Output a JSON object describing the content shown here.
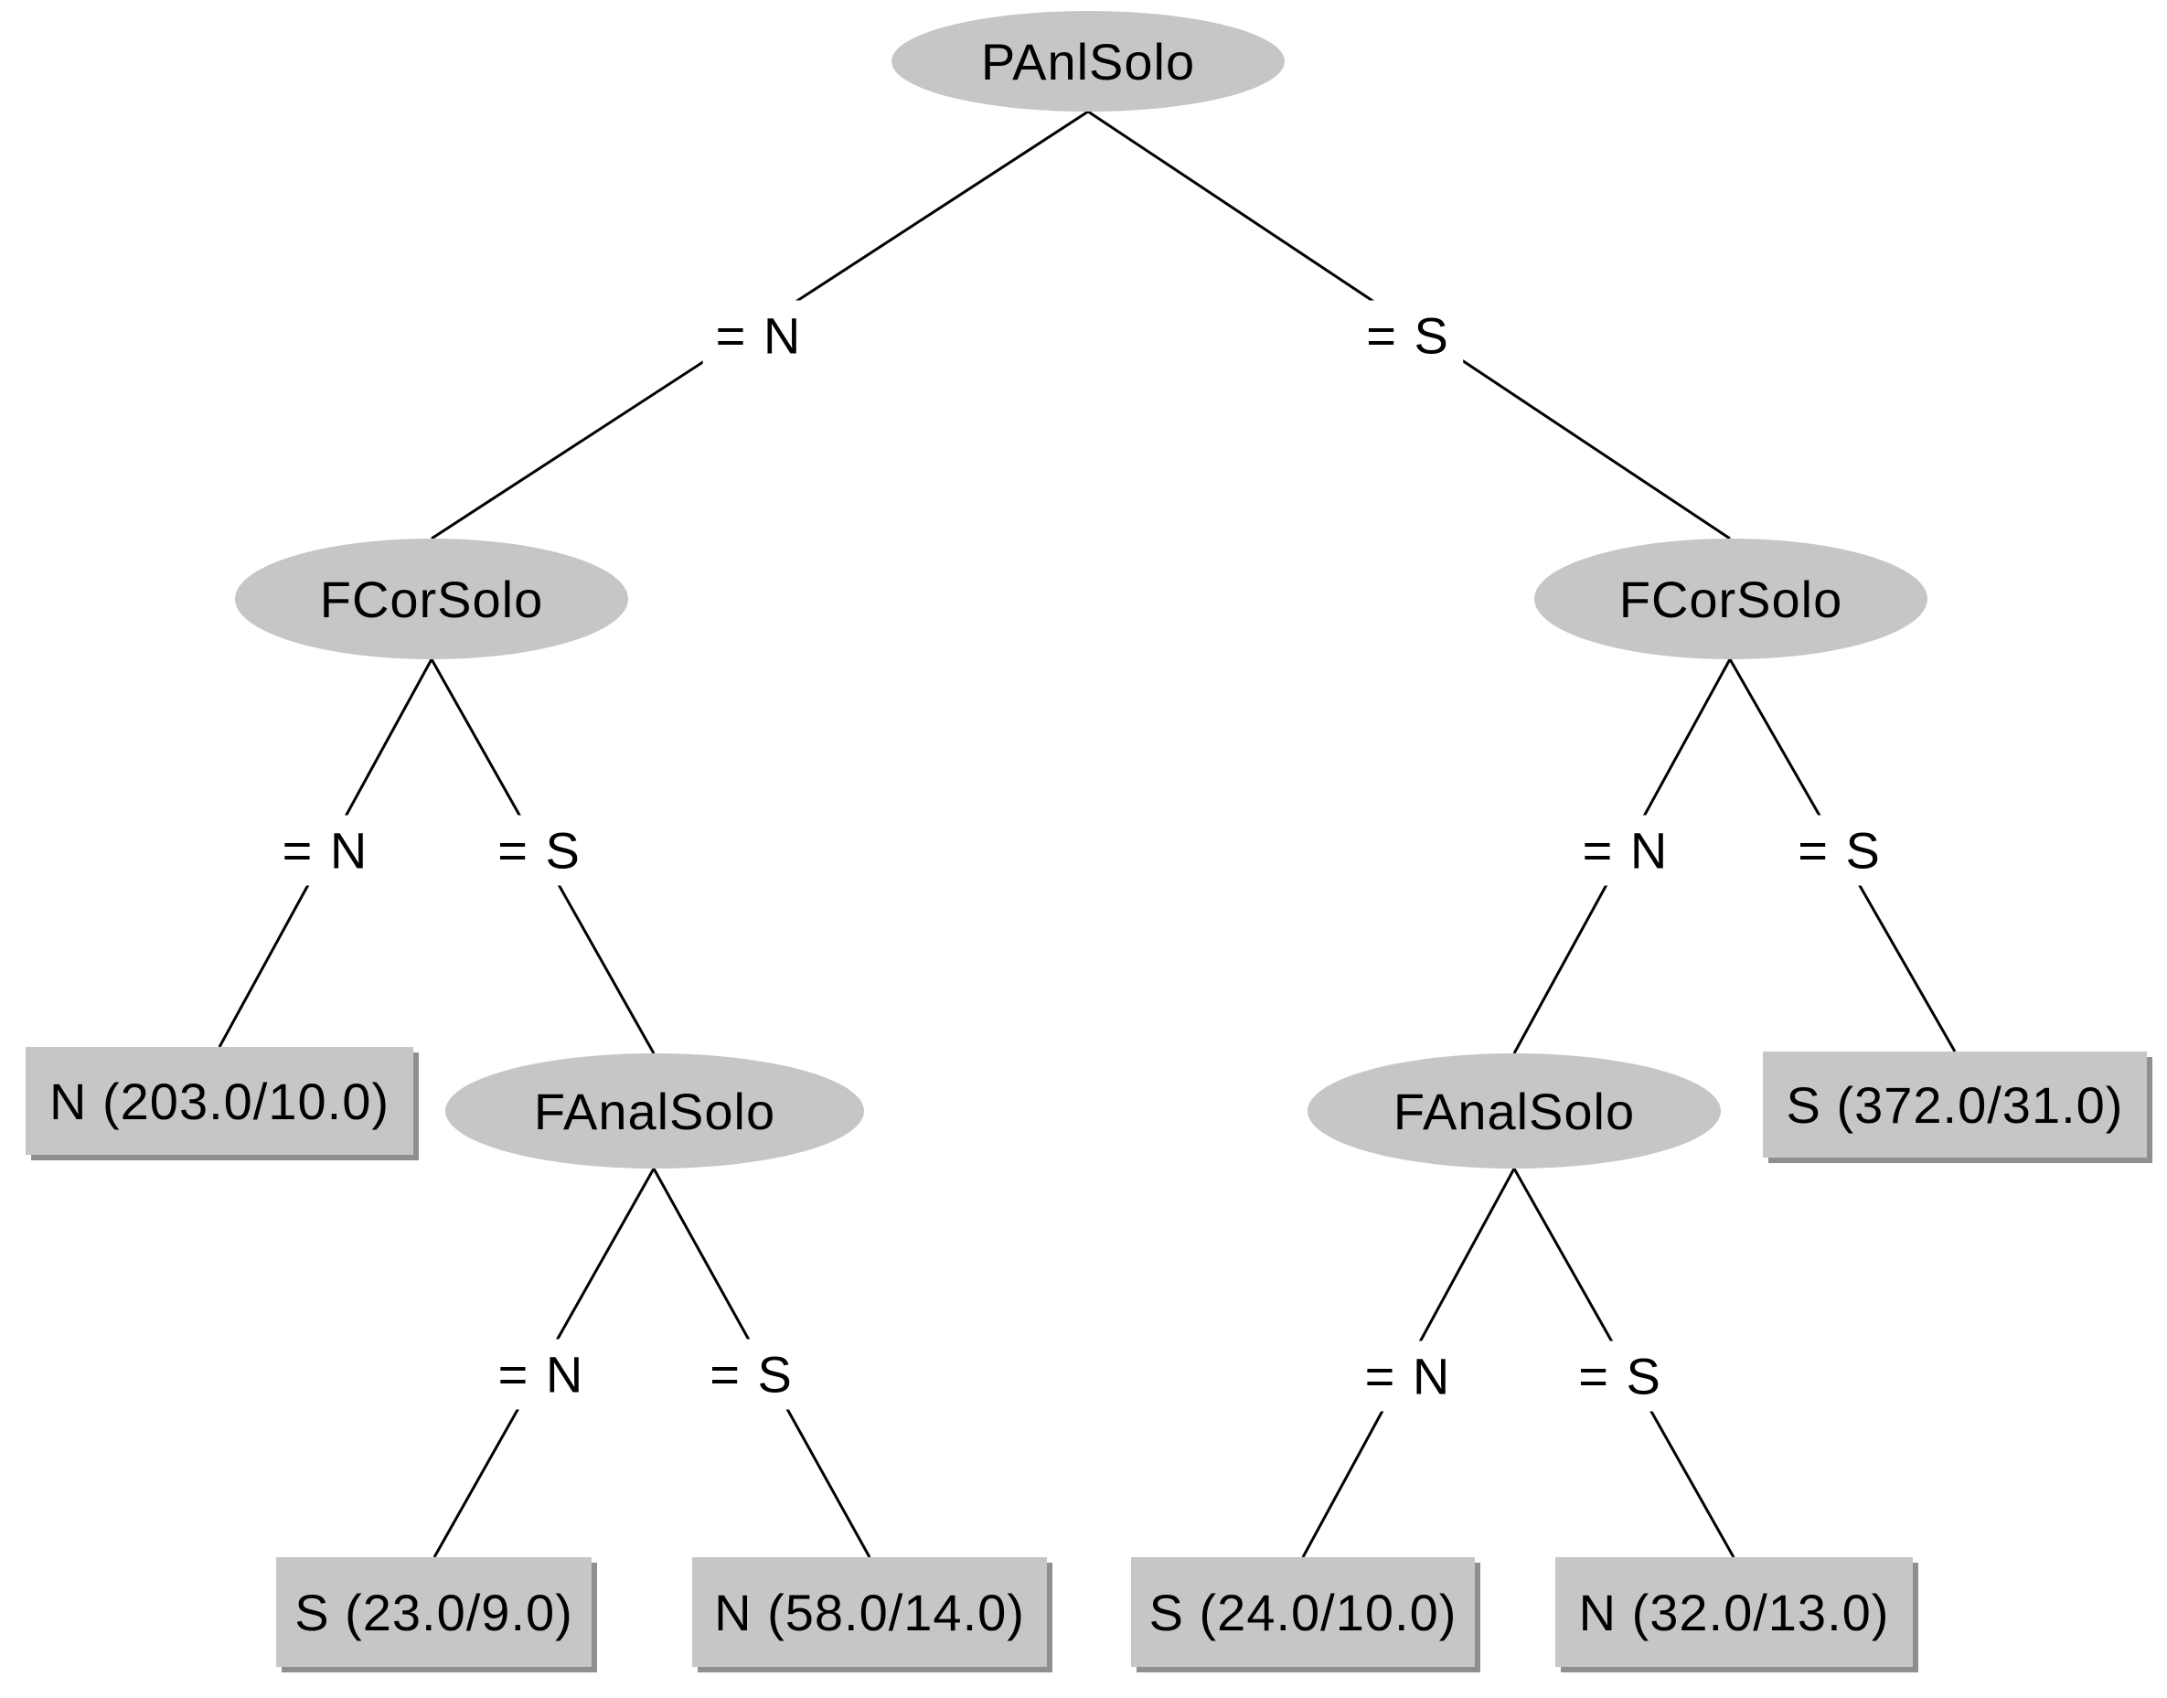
{
  "diagram": {
    "kind": "decision-tree",
    "colors": {
      "background": "#ffffff",
      "node_fill": "#c6c6c6",
      "leaf_fill": "#c6c6c6",
      "leaf_shadow": "#8f8f8f",
      "edge_line": "#000000",
      "text": "#000000"
    }
  },
  "tree": {
    "root": {
      "label": "PAnlSolo",
      "children": [
        {
          "edge_label": "= N",
          "label": "FCorSolo",
          "children": [
            {
              "edge_label": "= N",
              "type": "leaf",
              "label": "N (203.0/10.0)"
            },
            {
              "edge_label": "= S",
              "label": "FAnalSolo",
              "children": [
                {
                  "edge_label": "= N",
                  "type": "leaf",
                  "label": "S (23.0/9.0)"
                },
                {
                  "edge_label": "= S",
                  "type": "leaf",
                  "label": "N (58.0/14.0)"
                }
              ]
            }
          ]
        },
        {
          "edge_label": "= S",
          "label": "FCorSolo",
          "children": [
            {
              "edge_label": "= N",
              "label": "FAnalSolo",
              "children": [
                {
                  "edge_label": "= N",
                  "type": "leaf",
                  "label": "S (24.0/10.0)"
                },
                {
                  "edge_label": "= S",
                  "type": "leaf",
                  "label": "N (32.0/13.0)"
                }
              ]
            },
            {
              "edge_label": "= S",
              "type": "leaf",
              "label": "S (372.0/31.0)"
            }
          ]
        }
      ]
    }
  }
}
